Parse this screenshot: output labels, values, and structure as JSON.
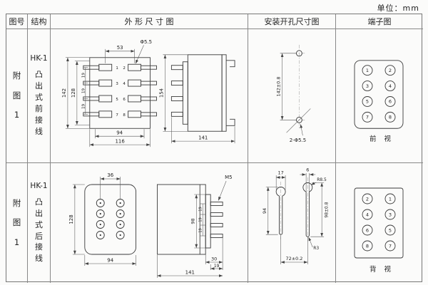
{
  "unit_label": "单位：mm",
  "headers": [
    "图号",
    "结构",
    "外 形 尺 寸 图",
    "安装开孔尺寸图",
    "端子图"
  ],
  "row1": {
    "figure_no_chars": [
      "附",
      "图",
      "1"
    ],
    "structure": {
      "model": "HK-1",
      "desc_chars": [
        "凸",
        "出",
        "式",
        "前",
        "接",
        "线"
      ]
    },
    "outline": {
      "terminal_numbers": [
        "1",
        "2",
        "3",
        "4",
        "5",
        "6",
        "7",
        "8"
      ],
      "dim_top_width": "53",
      "hole_callout": "Φ5.5",
      "dim_height_outer": "142",
      "dim_height_inner": "128",
      "dim_pitch": [
        "19",
        "19",
        "19"
      ],
      "dim_bottom_inner": "94",
      "dim_bottom_outer": "116",
      "dim_side_height": "154",
      "dim_side_depth": "141"
    },
    "install": {
      "dim_vertical": "142±0.8",
      "holes_callout": "2-Φ5.5"
    },
    "terminal_view": {
      "left_numbers": [
        "1",
        "3",
        "5",
        "7"
      ],
      "right_numbers": [
        "2",
        "4",
        "6",
        "8"
      ],
      "view_label": "前 视"
    }
  },
  "row2": {
    "figure_no_chars": [
      "附",
      "图",
      "1"
    ],
    "structure": {
      "model": "HK-1",
      "desc_chars": [
        "凸",
        "出",
        "式",
        "后",
        "接",
        "线"
      ]
    },
    "outline": {
      "dim_top_width": "36",
      "dim_height": "128",
      "dim_bottom": "94",
      "screw_callout": "M5",
      "dim_block_height": "98",
      "dim_pitch": [
        "19",
        "19",
        "19"
      ],
      "dim_block_depth": "30",
      "dim_screw_len": "19",
      "dim_side_depth": "141"
    },
    "install": {
      "dim_hole_dia": "17",
      "dim_slot_width": "6",
      "radius_top": "R8.5",
      "dim_left_len": "94",
      "dim_right_len": "98±0.8",
      "radius_bottom": "R3",
      "dim_center_dist": "72±0.2"
    },
    "terminal_view": {
      "left_numbers": [
        "2",
        "4",
        "6",
        "8"
      ],
      "right_numbers": [
        "1",
        "3",
        "5",
        "7"
      ],
      "view_label": "背 视"
    }
  }
}
